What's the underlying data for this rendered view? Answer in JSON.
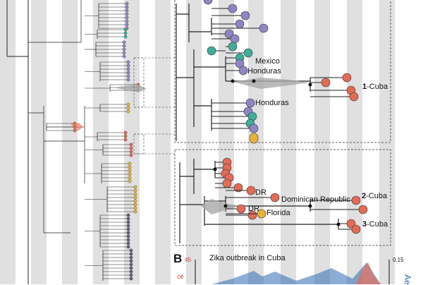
{
  "colors": {
    "band": "#e0e0e0",
    "branch": "#222222",
    "cuba": "#e36b55",
    "mexico_central_america": "#8e86c4",
    "teal": "#3fae98",
    "florida": "#e8b23a",
    "dark_node": "#5a6076",
    "uncertainty": "#a9a9a9",
    "cases_line": "#c0392b",
    "aedes": "#2e6bb0"
  },
  "panel_top": {
    "labels": {
      "mexico": "Mexico",
      "honduras1": "Honduras",
      "honduras2": "Honduras",
      "cuba1_num": "1",
      "cuba1_name": "-Cuba"
    }
  },
  "panel_mid": {
    "labels": {
      "dr1": "DR",
      "dominican_republic": "Dominican Republic",
      "dr2": "DR",
      "florida": "Florida",
      "cuba2_num": "2",
      "cuba2_name": "-Cuba",
      "cuba3_num": "3",
      "cuba3_name": "-Cuba"
    }
  },
  "panel_b": {
    "letter": "B",
    "title": "Zika outbreak in Cuba",
    "left_axis_max": "45",
    "right_axis_max": "0.15",
    "left_axis_label": "ce",
    "right_axis_label": "Ae"
  }
}
